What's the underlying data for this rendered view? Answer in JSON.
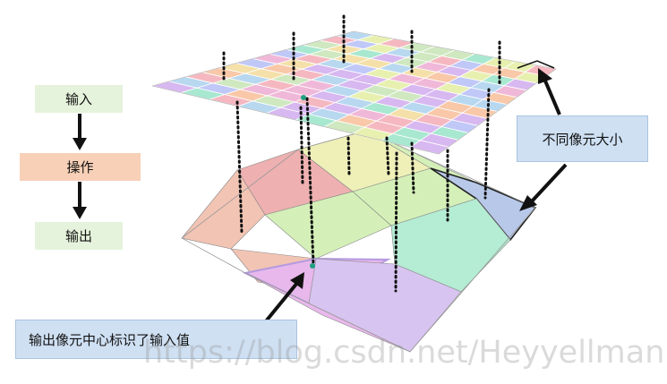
{
  "flow": {
    "input_label": "输入",
    "operation_label": "操作",
    "output_label": "输出"
  },
  "callouts": {
    "pixel_size": "不同像元大小",
    "center_value": "输出像元中心标识了输入值"
  },
  "watermark": "https://blog.csdn.net/Heyyellman",
  "colors": {
    "flow_box_green": "#e6f3dc",
    "flow_box_orange": "#f8d0b8",
    "callout_blue": "#cfe0f3",
    "top_grid_palette": [
      "#cfe8c0",
      "#f5b8c0",
      "#b8d8f0",
      "#f4e0a8",
      "#d8b8f0",
      "#a8e8d0",
      "#f8c8a8",
      "#c0c8f8",
      "#e8f0b0",
      "#f0b8d8"
    ],
    "bottom_grid": [
      "#f2c4b4",
      "#eeb0b0",
      "#eef0b8",
      "#d4f0b8",
      "#b8c8e8",
      "#e8b8ec",
      "#b4ecd4",
      "#d8c4f0"
    ]
  }
}
